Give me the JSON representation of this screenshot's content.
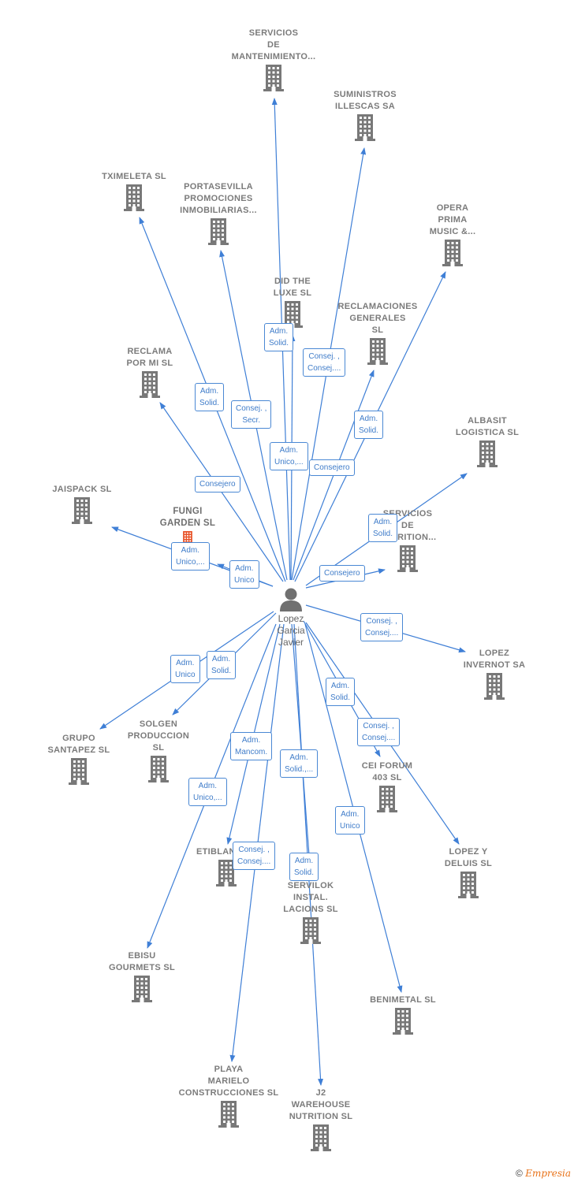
{
  "person": {
    "name": "Lopez\nGarcia\nJavier",
    "icon": "person-icon"
  },
  "companies": [
    {
      "id": "servicios_mant",
      "name": "SERVICIOS\nDE\nMANTENIMIENTO...",
      "icon": "building-icon",
      "color": "#787878"
    },
    {
      "id": "suministros",
      "name": "SUMINISTROS\nILLESCAS SA",
      "icon": "building-icon",
      "color": "#787878"
    },
    {
      "id": "tximeleta",
      "name": "TXIMELETA SL",
      "icon": "building-icon",
      "color": "#787878"
    },
    {
      "id": "portasevilla",
      "name": "PORTASEVILLA\nPROMOCIONES\nINMOBILIARIAS...",
      "icon": "building-icon",
      "color": "#787878"
    },
    {
      "id": "opera",
      "name": "OPERA\nPRIMA\nMUSIC &...",
      "icon": "building-icon",
      "color": "#787878"
    },
    {
      "id": "didthe",
      "name": "DID THE\nLUXE SL",
      "icon": "building-icon",
      "color": "#787878"
    },
    {
      "id": "reclamaciones",
      "name": "RECLAMACIONES\nGENERALES\nSL",
      "icon": "building-icon",
      "color": "#787878"
    },
    {
      "id": "reclama",
      "name": "RECLAMA\nPOR MI  SL",
      "icon": "building-icon",
      "color": "#787878"
    },
    {
      "id": "albasit",
      "name": "ALBASIT\nLOGISTICA  SL",
      "icon": "building-icon",
      "color": "#787878"
    },
    {
      "id": "jaispack",
      "name": "JAISPACK  SL",
      "icon": "building-icon",
      "color": "#787878"
    },
    {
      "id": "fungi",
      "name": "FUNGI\nGARDEN  SL",
      "icon": "building-icon",
      "color": "#e8542a",
      "highlight": true
    },
    {
      "id": "servicios2",
      "name": "SERVICIOS\nDE\nNUTRITION...",
      "icon": "building-icon",
      "color": "#787878"
    },
    {
      "id": "lopez_invernot",
      "name": "LOPEZ\nINVERNOT SA",
      "icon": "building-icon",
      "color": "#787878"
    },
    {
      "id": "grupo",
      "name": "GRUPO\nSANTAPEZ  SL",
      "icon": "building-icon",
      "color": "#787878"
    },
    {
      "id": "solgen",
      "name": "SOLGEN\nPRODUCCION\nSL",
      "icon": "building-icon",
      "color": "#787878"
    },
    {
      "id": "cei",
      "name": "CEI FORUM\n403  SL",
      "icon": "building-icon",
      "color": "#787878"
    },
    {
      "id": "lopez_deluis",
      "name": "LOPEZ Y\nDELUIS SL",
      "icon": "building-icon",
      "color": "#787878"
    },
    {
      "id": "etiblanc",
      "name": "ETIBLANC  SL",
      "icon": "building-icon",
      "color": "#787878"
    },
    {
      "id": "servilok",
      "name": "SERVILOK\nINSTAL.\nLACIONS SL",
      "icon": "building-icon",
      "color": "#787878"
    },
    {
      "id": "ebisu",
      "name": "EBISU\nGOURMETS  SL",
      "icon": "building-icon",
      "color": "#787878"
    },
    {
      "id": "benimetal",
      "name": "BENIMETAL SL",
      "icon": "building-icon",
      "color": "#787878"
    },
    {
      "id": "playa",
      "name": "PLAYA\nMARIELO\nCONSTRUCCIONES SL",
      "icon": "building-icon",
      "color": "#787878"
    },
    {
      "id": "j2",
      "name": "J2\nWAREHOUSE\nNUTRITION  SL",
      "icon": "building-icon",
      "color": "#787878"
    }
  ],
  "relations": [
    {
      "to": "didthe",
      "label": "Adm.\nSolid."
    },
    {
      "to": "suministros",
      "label": "Consej. ,\nConsej...."
    },
    {
      "to": "tximeleta",
      "label": "Adm.\nSolid."
    },
    {
      "to": "portasevilla",
      "label": "Consej. ,\nSecr."
    },
    {
      "to": "reclamaciones",
      "label": "Adm.\nSolid."
    },
    {
      "to": "servicios_mant",
      "label": "Adm.\nUnico,..."
    },
    {
      "to": "opera",
      "label": "Consejero"
    },
    {
      "to": "reclama",
      "label": "Consejero"
    },
    {
      "to": "albasit",
      "label": "Adm.\nSolid."
    },
    {
      "to": "jaispack",
      "label": "Adm.\nUnico,..."
    },
    {
      "to": "fungi",
      "label": "Adm.\nUnico"
    },
    {
      "to": "servicios2",
      "label": "Consejero"
    },
    {
      "to": "lopez_invernot",
      "label": "Consej. ,\nConsej...."
    },
    {
      "to": "grupo",
      "label": "Adm.\nUnico"
    },
    {
      "to": "solgen",
      "label": "Adm.\nSolid."
    },
    {
      "to": "cei",
      "label": "Adm.\nSolid."
    },
    {
      "to": "lopez_deluis",
      "label": "Consej. ,\nConsej...."
    },
    {
      "to": "etiblanc",
      "label": "Adm.\nMancom."
    },
    {
      "to": "servilok",
      "label": "Adm.\nSolid.,..."
    },
    {
      "to": "ebisu",
      "label": "Adm.\nUnico,..."
    },
    {
      "to": "benimetal",
      "label": "Adm.\nUnico"
    },
    {
      "to": "playa",
      "label": "Consej. ,\nConsej...."
    },
    {
      "to": "j2",
      "label": "Adm.\nSolid."
    }
  ],
  "brand": {
    "copyright": "©",
    "name": "Empresia"
  },
  "colors": {
    "edge": "#3f7fd6",
    "label_border": "#4a88d4",
    "label_text": "#3f7cc9",
    "building": "#787878",
    "highlight": "#e8542a"
  }
}
